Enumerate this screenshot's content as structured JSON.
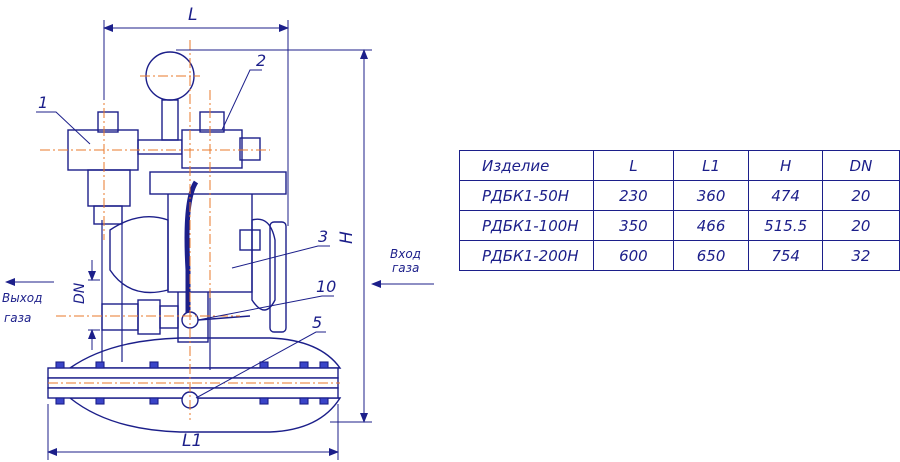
{
  "colors": {
    "ink": "#1c1f8a",
    "center_line": "#e8792b",
    "fill": "#3a44c8"
  },
  "callouts": [
    "1",
    "2",
    "3",
    "10",
    "5"
  ],
  "dimensions": {
    "L": "L",
    "L1": "L1",
    "H": "H",
    "DN": "DN"
  },
  "flow": {
    "inlet": [
      "Вход",
      "газа"
    ],
    "outlet": [
      "Выход",
      "газа"
    ]
  },
  "table": {
    "headers": [
      "Изделие",
      "L",
      "L1",
      "H",
      "DN"
    ],
    "rows": [
      [
        "РДБК1-50Н",
        "230",
        "360",
        "474",
        "20"
      ],
      [
        "РДБК1-100Н",
        "350",
        "466",
        "515.5",
        "20"
      ],
      [
        "РДБК1-200Н",
        "600",
        "650",
        "754",
        "32"
      ]
    ]
  }
}
